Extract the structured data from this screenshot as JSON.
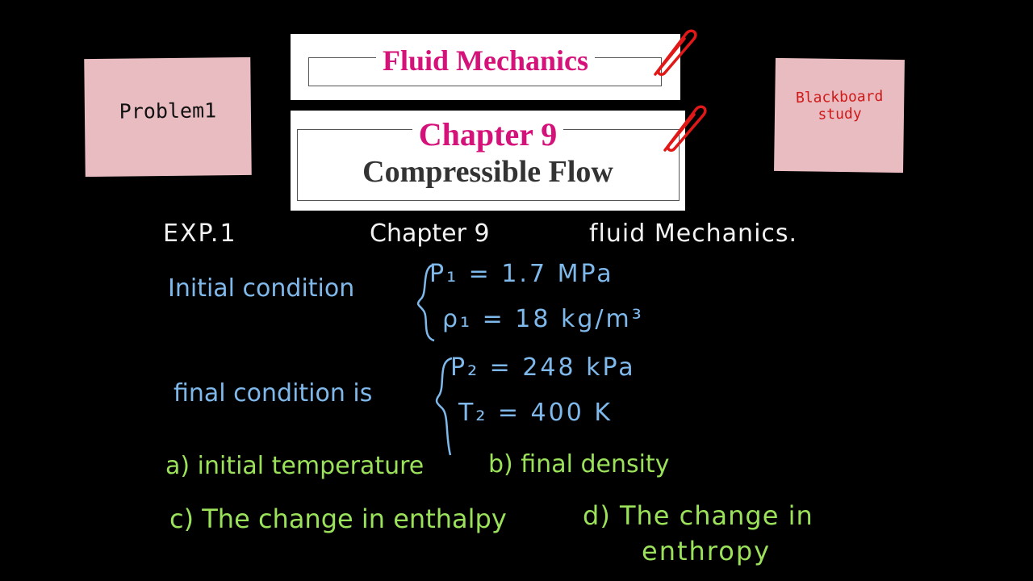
{
  "sticky_left": {
    "text": "Problem1"
  },
  "sticky_right": {
    "line1": "Blackboard",
    "line2": "study"
  },
  "banner_top": {
    "title": "Fluid Mechanics"
  },
  "banner_chapter": {
    "chapter": "Chapter 9",
    "subtitle": "Compressible Flow"
  },
  "board": {
    "heading": {
      "exp": "EXP.1",
      "chapter": "Chapter 9",
      "book": "fluid Mechanics."
    },
    "initial": {
      "label": "Initial condition",
      "p1": "P₁ = 1.7 MPa",
      "rho1": "ρ₁ = 18 kg/m³"
    },
    "final": {
      "label": "final condition is",
      "p2": "P₂ = 248 kPa",
      "t2": "T₂ = 400 K"
    },
    "questions": {
      "a": "a) initial temperature",
      "b": "b) final density",
      "c": "c) The change in enthalpy",
      "d1": "d) The change in",
      "d2": "enthropy"
    }
  },
  "colors": {
    "white_chalk": "#f2f2f2",
    "blue_chalk": "#7fb8ea",
    "green_chalk": "#9be25a",
    "magenta": "#d5127a",
    "sticky": "#e8bcc0"
  }
}
